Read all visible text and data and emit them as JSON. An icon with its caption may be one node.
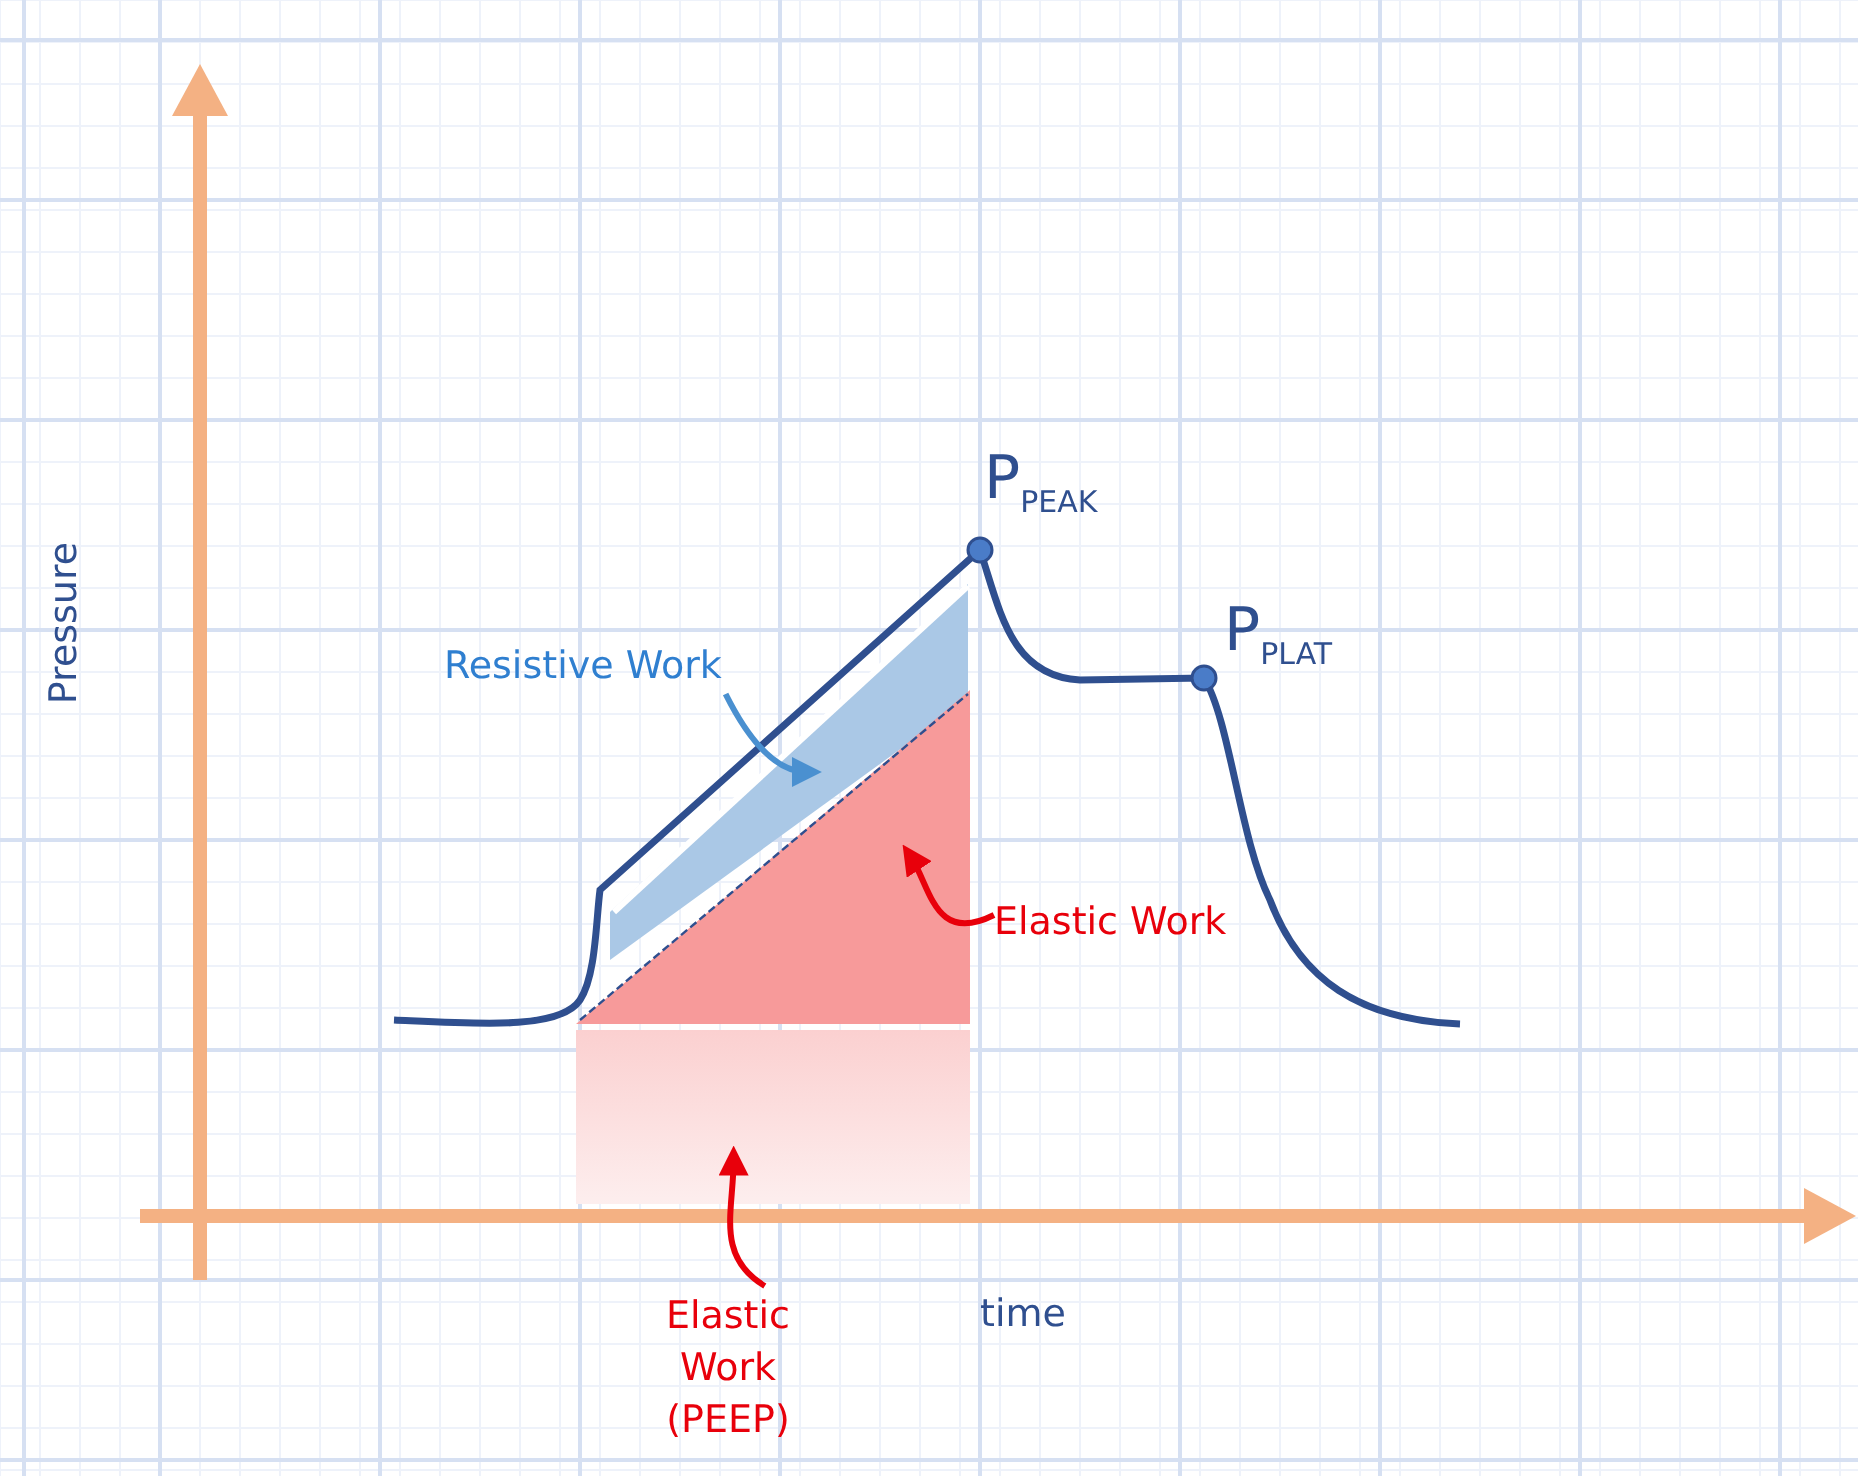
{
  "diagram": {
    "nodes": [
      {
        "text": [
          "Resistive Work"
        ]
      },
      {
        "text": [],
        "shape": "polygon"
      },
      {
        "text": [
          "Elastic Work"
        ]
      },
      {
        "text": [],
        "shape": "triangle"
      },
      {
        "text": [
          "Elastic Work (PEEP)"
        ]
      },
      {
        "text": [],
        "shape": "box"
      }
    ],
    "edges": [
      {
        "from": 0,
        "to": 1,
        "arrow": "to",
        "color": "#4a90d0"
      },
      {
        "from": 2,
        "to": 3,
        "arrow": "to",
        "color": "#e8000b"
      },
      {
        "from": 4,
        "to": 5,
        "arrow": "to",
        "color": "#e8000b"
      }
    ],
    "labels": [
      "Pressure",
      "P$_{PEAK}$",
      "P$_{PLAT}$",
      "time"
    ]
  }
}
